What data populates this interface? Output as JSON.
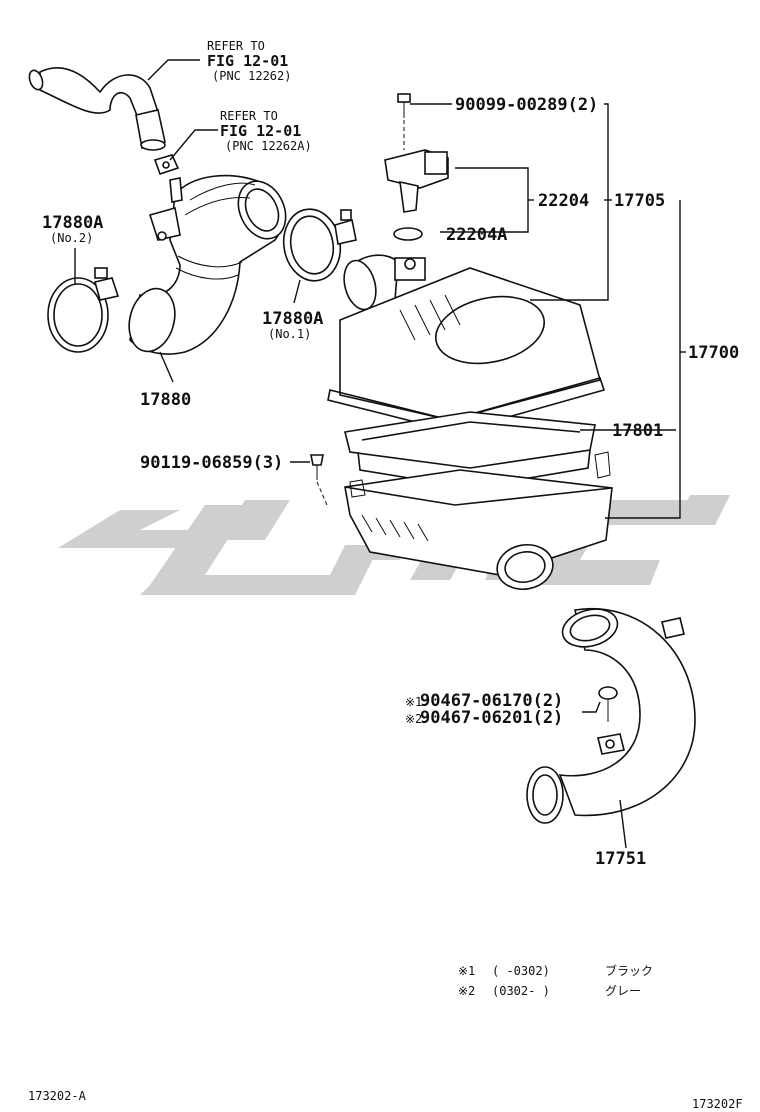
{
  "refs": [
    {
      "line1": "REFER TO",
      "line2": "FIG 12-01",
      "line3": "(PNC 12262)"
    },
    {
      "line1": "REFER TO",
      "line2": "FIG 12-01",
      "line3": "(PNC 12262A)"
    }
  ],
  "parts": {
    "p90099": "90099-00289(2)",
    "p22204": "22204",
    "p17705": "17705",
    "p22204A": "22204A",
    "p17880A_no2": "17880A",
    "p17880A_no2_sub": "(No.2)",
    "p17880A_no1": "17880A",
    "p17880A_no1_sub": "(No.1)",
    "p17880": "17880",
    "p17700": "17700",
    "p17801": "17801",
    "p90119": "90119-06859(3)",
    "p90467_1": "90467-06170(2)",
    "p90467_2": "90467-06201(2)",
    "p17751": "17751"
  },
  "markers": {
    "m1": "※1",
    "m2": "※2"
  },
  "notes": [
    {
      "mark": "※1",
      "range": "(      -0302)",
      "desc": "ブラック"
    },
    {
      "mark": "※2",
      "range": "(0302-      )",
      "desc": "グレー"
    }
  ],
  "footer": {
    "left": "173202-A",
    "right": "173202F"
  },
  "colors": {
    "line": "#111111",
    "watermark": "#cfcfcf"
  }
}
